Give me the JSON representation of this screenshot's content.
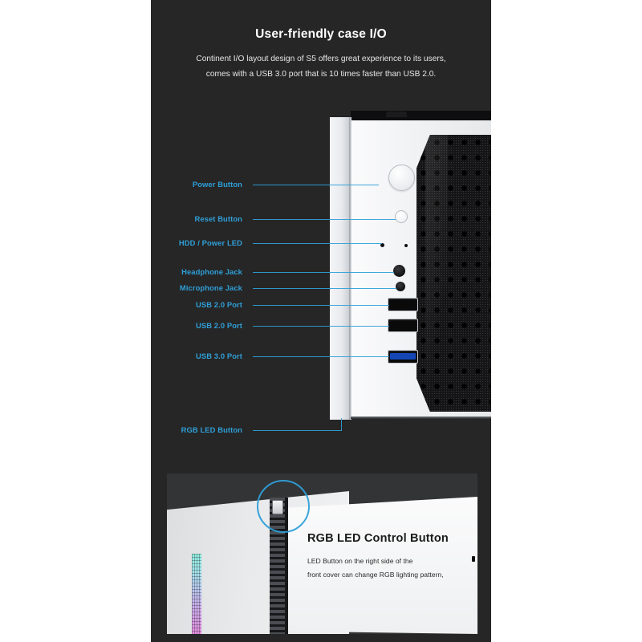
{
  "header": {
    "title": "User-friendly case I/O",
    "subtitle_line1": "Continent I/O layout design of S5 offers great experience to its users,",
    "subtitle_line2": "comes with a USB 3.0 port that is 10 times faster than USB 2.0."
  },
  "colors": {
    "accent_blue": "#2f9fd8",
    "dark_background": "#262626",
    "panel_background": "#333436",
    "usb3_blue": "#1447b5",
    "page_background": "#ffffff"
  },
  "callouts": [
    {
      "label": "Power Button"
    },
    {
      "label": "Reset Button"
    },
    {
      "label": "HDD / Power LED"
    },
    {
      "label": "Headphone Jack"
    },
    {
      "label": "Microphone Jack"
    },
    {
      "label": "USB 2.0 Port"
    },
    {
      "label": "USB 2.0 Port"
    },
    {
      "label": "USB 3.0 Port"
    },
    {
      "label": "RGB LED Button"
    }
  ],
  "bottom_panel": {
    "heading": "RGB LED Control Button",
    "body_line1": "LED Button on the right side of the",
    "body_line2": "front cover can change RGB lighting pattern,"
  }
}
